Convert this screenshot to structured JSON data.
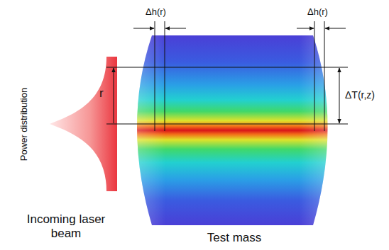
{
  "diagram": {
    "labels": [
      "Δh(r)",
      "Δh(r)",
      "r",
      "ΔT(r,z)",
      "Power distribution",
      "Incoming laser beam",
      "Test mass"
    ]
  }
}
